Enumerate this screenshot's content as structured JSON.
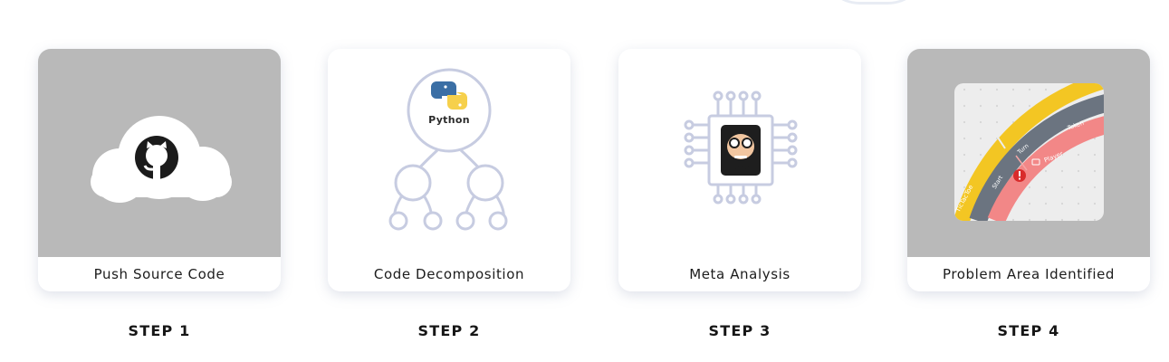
{
  "steps": [
    {
      "step_label": "STEP 1",
      "caption": "Push Source Code"
    },
    {
      "step_label": "STEP 2",
      "caption": "Code Decomposition",
      "badge_text": "Python"
    },
    {
      "step_label": "STEP 3",
      "caption": "Meta Analysis"
    },
    {
      "step_label": "STEP 4",
      "caption": "Problem Area Identified",
      "chart_labels": {
        "outer_left": "TicTacToe",
        "outer_right": "Player",
        "inner_left": "Start",
        "inner_mid": "Turn",
        "inner_right": "Token"
      }
    }
  ],
  "colors": {
    "accent_line": "#c7cce1",
    "card_gray": "#b9b9b9",
    "python_blue": "#3b6fa5",
    "python_yellow": "#f6d04b",
    "slate": "#6b7480",
    "problem_red": "#f28787",
    "problem_yellow": "#f3c623"
  },
  "icons": [
    "cloud-icon",
    "github-icon",
    "python-logo-icon",
    "tree-diagram-icon",
    "chip-icon",
    "developer-face-icon",
    "warning-icon",
    "folder-icon"
  ]
}
